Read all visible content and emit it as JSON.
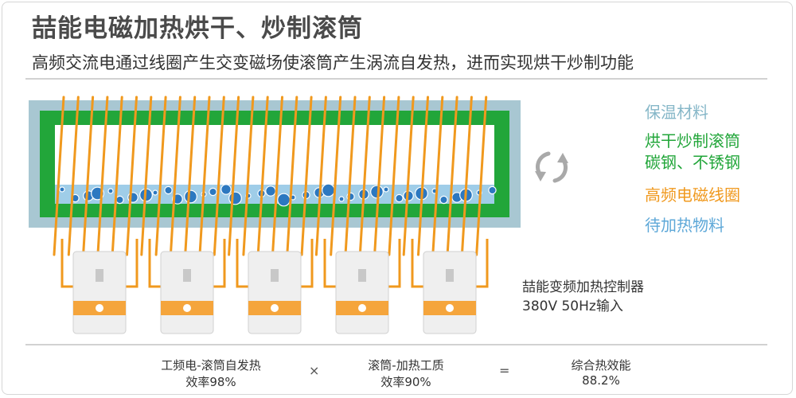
{
  "title": "喆能电磁加热烘干、炒制滚筒",
  "subtitle": "高频交流电通过线圈产生交变磁场使滚筒产生涡流自发热，进而实现烘干炒制功能",
  "legend": {
    "insulation": {
      "label": "保温材料",
      "color": "#86b7c8"
    },
    "drum_line1": {
      "label": "烘干炒制滚筒",
      "color": "#22a63a"
    },
    "drum_line2": {
      "label": "碳钢、不锈钢",
      "color": "#22a63a"
    },
    "coil": {
      "label": "高频电磁线圈",
      "color": "#f0991e"
    },
    "material": {
      "label": "待加热物料",
      "color": "#5ea8d8"
    }
  },
  "controller": {
    "name": "喆能变频加热控制器",
    "spec": "380V 50Hz输入"
  },
  "efficiency": {
    "item1_label": "工频电-滚筒自发热",
    "item1_value": "效率98%",
    "op1": "×",
    "item2_label": "滚筒-加热工质",
    "item2_value": "效率90%",
    "op2": "=",
    "result_label": "综合热效能",
    "result_value": "88.2%"
  },
  "colors": {
    "insulation": "#a8c7d2",
    "drum": "#22a63a",
    "interior": "#ffffff",
    "material_band": "#9fcde8",
    "coil": "#f0991e",
    "controller_body": "#efefef",
    "controller_band": "#f5a53c",
    "rotation_icon": "#a9a9a9"
  },
  "controllers_count": 5
}
